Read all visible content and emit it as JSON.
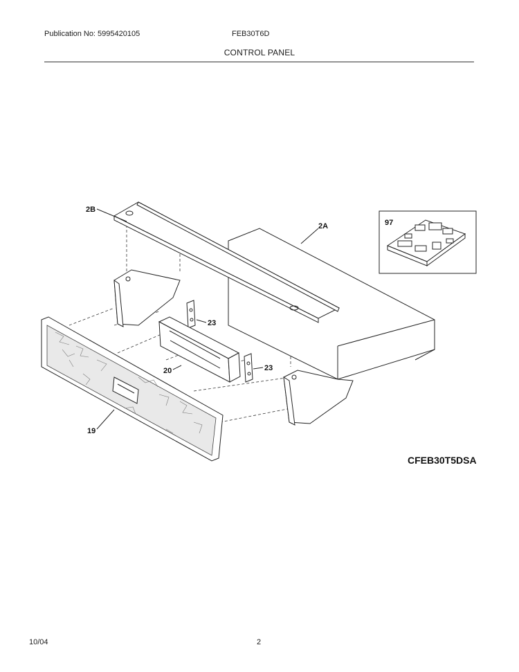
{
  "header": {
    "publication": "Publication No: 5995420105",
    "model": "FEB30T6D",
    "section_title": "CONTROL PANEL"
  },
  "callouts": {
    "c_2b": "2B",
    "c_2a": "2A",
    "c_97": "97",
    "c_23a": "23",
    "c_23b": "23",
    "c_20": "20",
    "c_19": "19"
  },
  "diagram_code": "CFEB30T5DSA",
  "footer": {
    "date": "10/04",
    "page": "2"
  }
}
